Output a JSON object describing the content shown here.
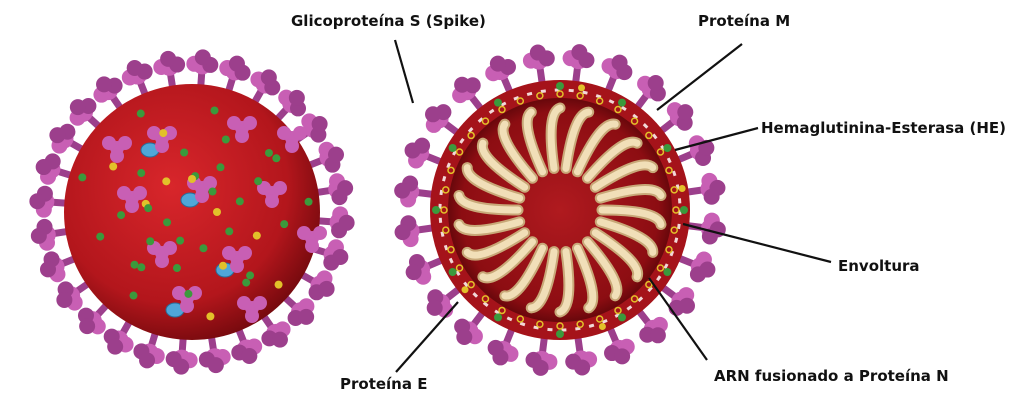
{
  "labels": {
    "spike": "Glicoproteína  S (Spike)",
    "protein_m": "Proteína M",
    "he": "Hemaglutinina-Esterasa  (HE)",
    "envelope": "Envoltura",
    "protein_e": "Proteína E",
    "rna": "ARN fusionado a Proteína N"
  },
  "colors": {
    "body_red": "#b3161c",
    "body_dark": "#7a0a0e",
    "spike_pink": "#c85fb4",
    "spike_dark": "#9c3f8c",
    "green": "#3b9a3c",
    "yellow": "#e2c12a",
    "blue": "#4fa6d8",
    "rna_cream": "#f1dfb8",
    "membrane_white": "#f2d8d8"
  },
  "icons": {
    "external_view": "coronavirus-external-icon",
    "cross_section": "coronavirus-cross-section-icon"
  }
}
